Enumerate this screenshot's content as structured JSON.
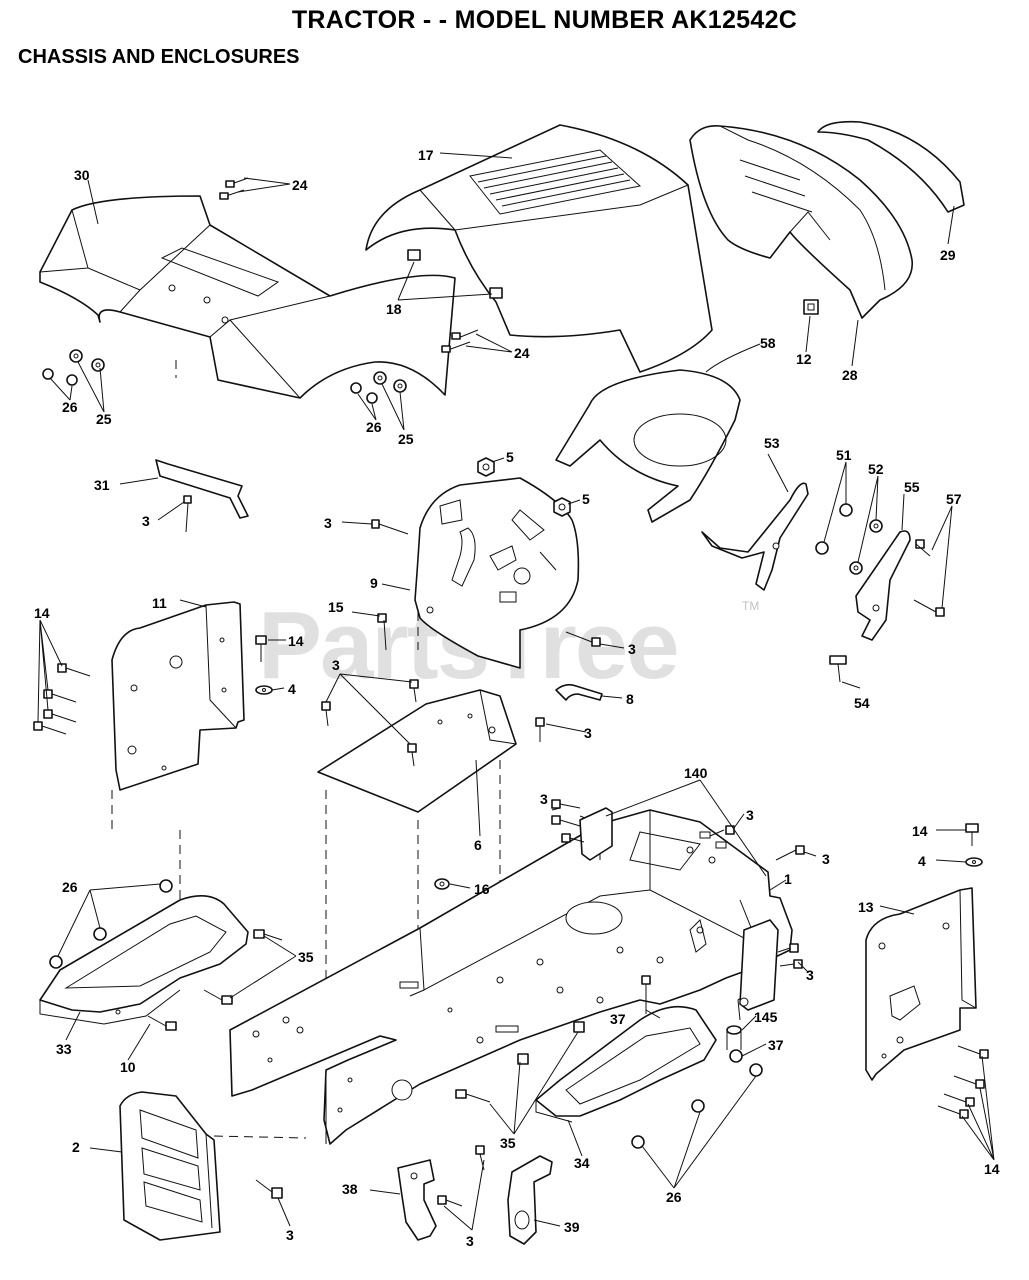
{
  "header": {
    "title": "TRACTOR - - MODEL NUMBER AK12542C",
    "subtitle": "CHASSIS AND ENCLOSURES"
  },
  "watermark": {
    "text": "PartsTree",
    "trademark": "TM"
  },
  "callouts": {
    "c30": "30",
    "c24a": "24",
    "c17": "17",
    "c18": "18",
    "c24b": "24",
    "c29": "29",
    "c12": "12",
    "c28": "28",
    "c58": "58",
    "c25a": "25",
    "c26a": "26",
    "c25b": "25",
    "c26b": "26",
    "c5a": "5",
    "c5b": "5",
    "c31": "31",
    "c3a": "3",
    "c3b": "3",
    "c53": "53",
    "c51": "51",
    "c52": "52",
    "c55": "55",
    "c57": "57",
    "c9": "9",
    "c11": "11",
    "c15": "15",
    "c14a": "14",
    "c14b": "14",
    "c4a": "4",
    "c3c": "3",
    "c3d": "3",
    "c8": "8",
    "c3e": "3",
    "c54": "54",
    "c6": "6",
    "c3f": "3",
    "c140": "140",
    "c3g": "3",
    "c3h": "3",
    "c14c": "14",
    "c4b": "4",
    "c16": "16",
    "c26c": "26",
    "c1": "1",
    "c13": "13",
    "c35a": "35",
    "c3i": "3",
    "c33": "33",
    "c10": "10",
    "c37a": "37",
    "c145": "145",
    "c37b": "37",
    "c2": "2",
    "c35b": "35",
    "c34": "34",
    "c26d": "26",
    "c14d": "14",
    "c38": "38",
    "c39": "39",
    "c3j": "3",
    "c3k": "3"
  }
}
